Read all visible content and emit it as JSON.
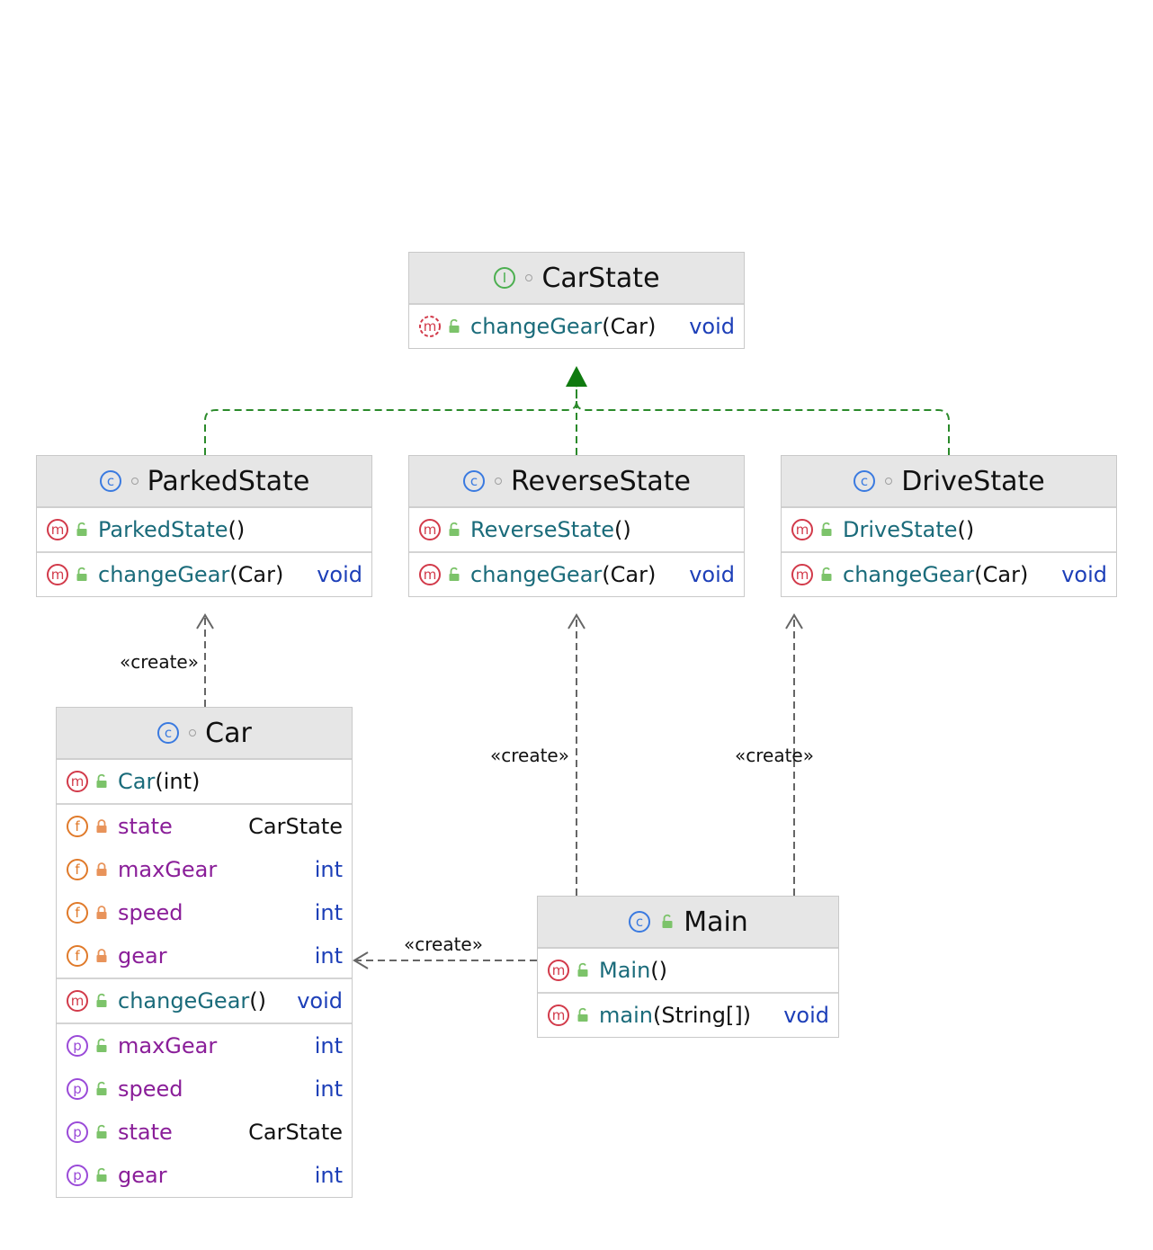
{
  "stereotype_label": "«create»",
  "colors": {
    "implements_edge": "#2a8a2a",
    "dependency_edge": "#666666",
    "method_icon": "#d23a4a",
    "field_icon": "#e07a2a",
    "property_icon": "#9a4ad8",
    "class_icon": "#3a7ae0",
    "interface_icon": "#4caf50",
    "public_lock": "#7cc36a",
    "private_lock": "#e8935a"
  },
  "nodes": {
    "carstate": {
      "title": "CarState",
      "kind_icon": "interface-icon",
      "sections": [
        [
          {
            "icon": "abstract-method-icon",
            "lock": "public",
            "name": "changeGear",
            "params": "(Car)",
            "type": "void",
            "type_kind": "kw",
            "name_kind": "method"
          }
        ]
      ]
    },
    "parkedstate": {
      "title": "ParkedState",
      "kind_icon": "class-icon",
      "sections": [
        [
          {
            "icon": "method-icon",
            "lock": "public",
            "name": "ParkedState",
            "params": "()",
            "type": "",
            "type_kind": "kw",
            "name_kind": "method"
          }
        ],
        [
          {
            "icon": "method-icon",
            "lock": "public",
            "name": "changeGear",
            "params": "(Car)",
            "type": "void",
            "type_kind": "kw",
            "name_kind": "method"
          }
        ]
      ]
    },
    "reversestate": {
      "title": "ReverseState",
      "kind_icon": "class-icon",
      "sections": [
        [
          {
            "icon": "method-icon",
            "lock": "public",
            "name": "ReverseState",
            "params": "()",
            "type": "",
            "type_kind": "kw",
            "name_kind": "method"
          }
        ],
        [
          {
            "icon": "method-icon",
            "lock": "public",
            "name": "changeGear",
            "params": "(Car)",
            "type": "void",
            "type_kind": "kw",
            "name_kind": "method"
          }
        ]
      ]
    },
    "drivestate": {
      "title": "DriveState",
      "kind_icon": "class-icon",
      "sections": [
        [
          {
            "icon": "method-icon",
            "lock": "public",
            "name": "DriveState",
            "params": "()",
            "type": "",
            "type_kind": "kw",
            "name_kind": "method"
          }
        ],
        [
          {
            "icon": "method-icon",
            "lock": "public",
            "name": "changeGear",
            "params": "(Car)",
            "type": "void",
            "type_kind": "kw",
            "name_kind": "method"
          }
        ]
      ]
    },
    "car": {
      "title": "Car",
      "kind_icon": "class-icon",
      "sections": [
        [
          {
            "icon": "method-icon",
            "lock": "public",
            "name": "Car",
            "params": "(int)",
            "type": "",
            "type_kind": "kw",
            "name_kind": "method"
          }
        ],
        [
          {
            "icon": "field-icon",
            "lock": "private",
            "name": "state",
            "params": "",
            "type": "CarState",
            "type_kind": "cls",
            "name_kind": "field"
          },
          {
            "icon": "field-icon",
            "lock": "private",
            "name": "maxGear",
            "params": "",
            "type": "int",
            "type_kind": "kw",
            "name_kind": "field"
          },
          {
            "icon": "field-icon",
            "lock": "private",
            "name": "speed",
            "params": "",
            "type": "int",
            "type_kind": "kw",
            "name_kind": "field"
          },
          {
            "icon": "field-icon",
            "lock": "private",
            "name": "gear",
            "params": "",
            "type": "int",
            "type_kind": "kw",
            "name_kind": "field"
          }
        ],
        [
          {
            "icon": "method-icon",
            "lock": "public",
            "name": "changeGear",
            "params": "()",
            "type": "void",
            "type_kind": "kw",
            "name_kind": "method"
          }
        ],
        [
          {
            "icon": "property-icon",
            "lock": "public",
            "name": "maxGear",
            "params": "",
            "type": "int",
            "type_kind": "kw",
            "name_kind": "field"
          },
          {
            "icon": "property-icon",
            "lock": "public",
            "name": "speed",
            "params": "",
            "type": "int",
            "type_kind": "kw",
            "name_kind": "field"
          },
          {
            "icon": "property-icon",
            "lock": "public",
            "name": "state",
            "params": "",
            "type": "CarState",
            "type_kind": "cls",
            "name_kind": "field"
          },
          {
            "icon": "property-icon",
            "lock": "public",
            "name": "gear",
            "params": "",
            "type": "int",
            "type_kind": "kw",
            "name_kind": "field"
          }
        ]
      ]
    },
    "main": {
      "title": "Main",
      "kind_icon": "class-icon",
      "sections": [
        [
          {
            "icon": "method-icon",
            "lock": "public",
            "name": "Main",
            "params": "()",
            "type": "",
            "type_kind": "kw",
            "name_kind": "method"
          }
        ],
        [
          {
            "icon": "method-icon",
            "lock": "public",
            "name": "main",
            "params": "(String[])",
            "type": "void",
            "type_kind": "kw",
            "name_kind": "method"
          }
        ]
      ]
    }
  },
  "edges": [
    {
      "from": "parkedstate",
      "to": "carstate",
      "kind": "implements"
    },
    {
      "from": "reversestate",
      "to": "carstate",
      "kind": "implements"
    },
    {
      "from": "drivestate",
      "to": "carstate",
      "kind": "implements"
    },
    {
      "from": "car",
      "to": "parkedstate",
      "kind": "create"
    },
    {
      "from": "main",
      "to": "reversestate",
      "kind": "create"
    },
    {
      "from": "main",
      "to": "drivestate",
      "kind": "create"
    },
    {
      "from": "main",
      "to": "car",
      "kind": "create"
    }
  ]
}
